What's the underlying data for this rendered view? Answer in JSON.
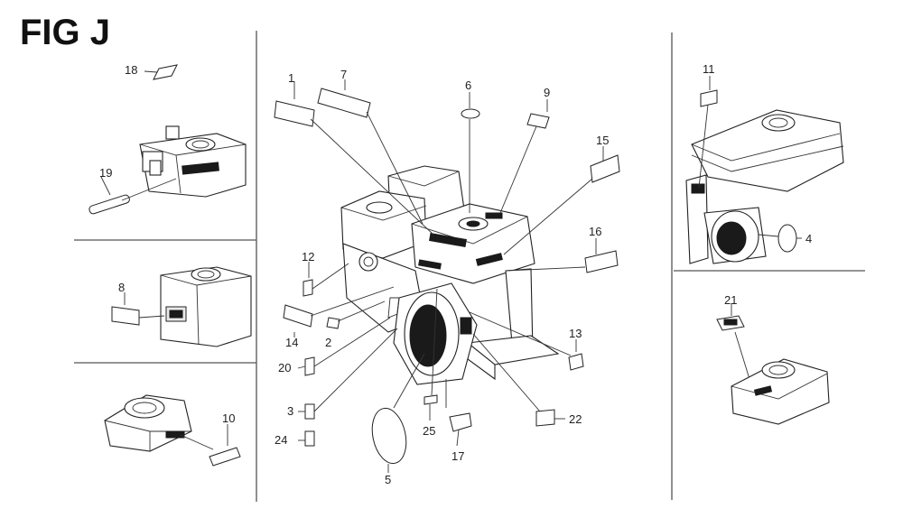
{
  "figure": {
    "title": "FIG J"
  },
  "callouts": {
    "p1": "1",
    "p2": "2",
    "p3": "3",
    "p4": "4",
    "p5": "5",
    "p6": "6",
    "p7": "7",
    "p8": "8",
    "p9": "9",
    "p10": "10",
    "p11": "11",
    "p12": "12",
    "p13": "13",
    "p14": "14",
    "p15": "15",
    "p16": "16",
    "p17": "17",
    "p18": "18",
    "p19": "19",
    "p20": "20",
    "p21": "21",
    "p22": "22",
    "p24": "24",
    "p25": "25"
  }
}
